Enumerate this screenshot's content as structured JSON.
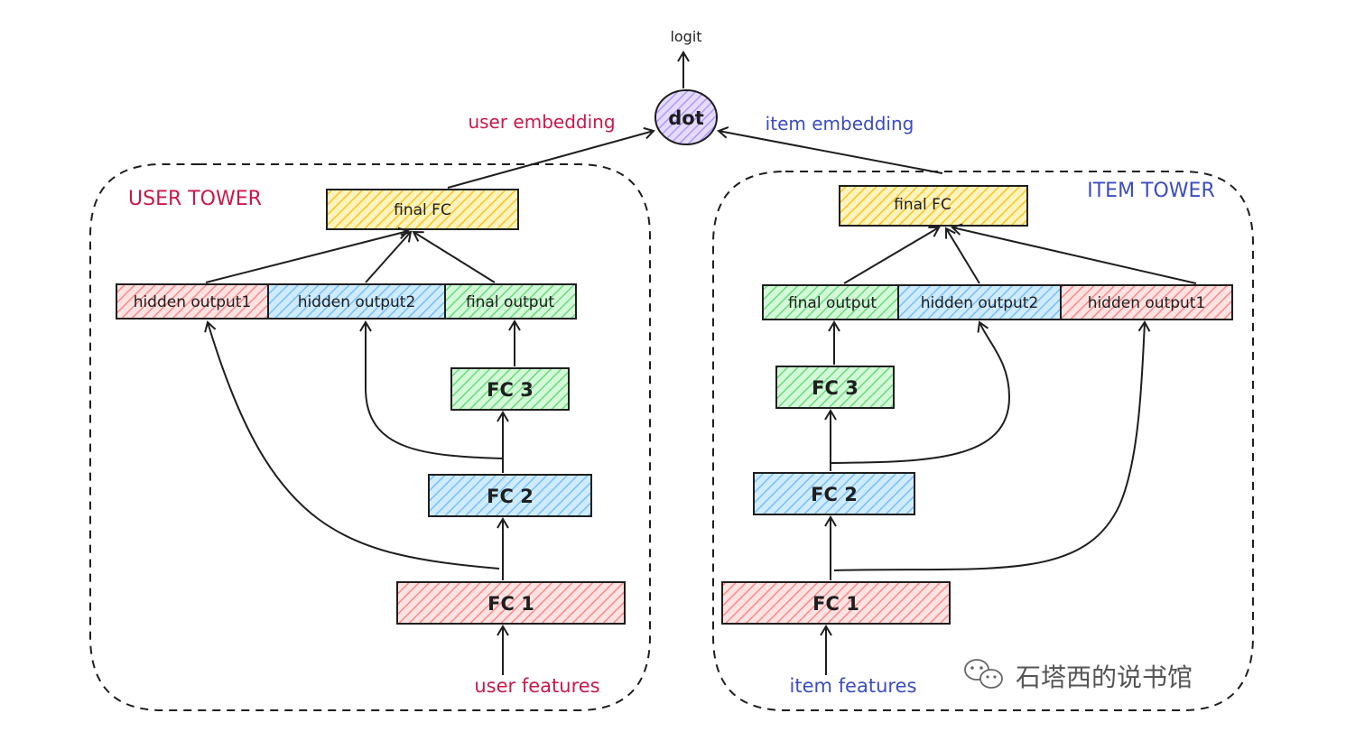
{
  "colors": {
    "red_fill": "#ffc9c9",
    "red_stroke": "#e03131",
    "blue_fill": "#a5d8ff",
    "blue_stroke": "#1c7ed6",
    "green_fill": "#b2f2bb",
    "green_stroke": "#2f9e44",
    "yellow_fill": "#ffec99",
    "yellow_stroke": "#f59f00",
    "purple_fill": "#d0bfff",
    "user_text": "#c9184a",
    "item_text": "#3b4cc0"
  },
  "top": {
    "logit": "logit",
    "dot": "dot",
    "user_embedding": "user embedding",
    "item_embedding": "item embedding"
  },
  "user_tower": {
    "title": "USER TOWER",
    "final_fc": "final FC",
    "hidden_output1": "hidden output1",
    "hidden_output2": "hidden output2",
    "final_output": "final output",
    "fc3": "FC 3",
    "fc2": "FC 2",
    "fc1": "FC 1",
    "features": "user features"
  },
  "item_tower": {
    "title": "ITEM TOWER",
    "final_fc": "final FC",
    "final_output": "final output",
    "hidden_output2": "hidden output2",
    "hidden_output1": "hidden output1",
    "fc3": "FC 3",
    "fc2": "FC 2",
    "fc1": "FC 1",
    "features": "item features"
  },
  "watermark": {
    "text": "石塔西的说书馆"
  }
}
